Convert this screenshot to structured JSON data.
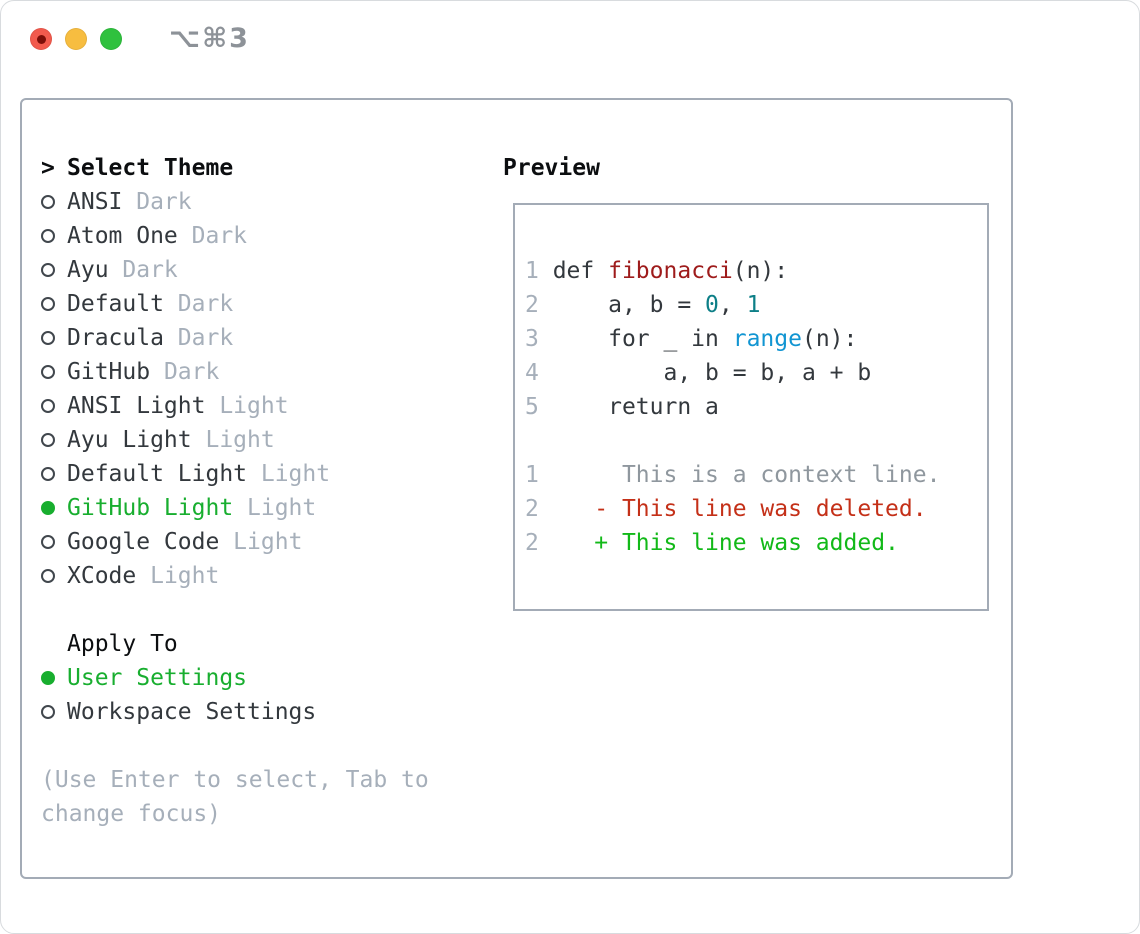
{
  "window": {
    "title": "⌥⌘3",
    "traffic_lights": [
      {
        "name": "close",
        "color": "#f25a4d",
        "modified_dot": true
      },
      {
        "name": "minimize",
        "color": "#f7bd40"
      },
      {
        "name": "zoom",
        "color": "#2fc13e"
      }
    ]
  },
  "theme_panel": {
    "header_prefix": ">",
    "header": "Select Theme",
    "items": [
      {
        "name": "ANSI",
        "variant": "Dark",
        "selected": false
      },
      {
        "name": "Atom One",
        "variant": "Dark",
        "selected": false
      },
      {
        "name": "Ayu",
        "variant": "Dark",
        "selected": false
      },
      {
        "name": "Default",
        "variant": "Dark",
        "selected": false
      },
      {
        "name": "Dracula",
        "variant": "Dark",
        "selected": false
      },
      {
        "name": "GitHub",
        "variant": "Dark",
        "selected": false
      },
      {
        "name": "ANSI Light",
        "variant": "Light",
        "selected": false
      },
      {
        "name": "Ayu Light",
        "variant": "Light",
        "selected": false
      },
      {
        "name": "Default Light",
        "variant": "Light",
        "selected": false
      },
      {
        "name": "GitHub Light",
        "variant": "Light",
        "selected": true
      },
      {
        "name": "Google Code",
        "variant": "Light",
        "selected": false
      },
      {
        "name": "XCode",
        "variant": "Light",
        "selected": false
      }
    ],
    "apply_to": {
      "header": "Apply To",
      "options": [
        {
          "label": "User Settings",
          "selected": true
        },
        {
          "label": "Workspace Settings",
          "selected": false
        }
      ]
    },
    "hint": "(Use Enter to select, Tab to\nchange focus)"
  },
  "preview": {
    "header": "Preview",
    "lines": [
      {
        "num": "1",
        "tokens": [
          {
            "t": " def ",
            "c": "plain"
          },
          {
            "t": "fibonacci",
            "c": "fn"
          },
          {
            "t": "(n):",
            "c": "plain"
          }
        ]
      },
      {
        "num": "2",
        "tokens": [
          {
            "t": "     a, b = ",
            "c": "plain"
          },
          {
            "t": "0",
            "c": "num"
          },
          {
            "t": ", ",
            "c": "plain"
          },
          {
            "t": "1",
            "c": "num"
          }
        ]
      },
      {
        "num": "3",
        "tokens": [
          {
            "t": "     for _ in ",
            "c": "plain"
          },
          {
            "t": "range",
            "c": "built"
          },
          {
            "t": "(n):",
            "c": "plain"
          }
        ]
      },
      {
        "num": "4",
        "tokens": [
          {
            "t": "         a, b = b, a + b",
            "c": "plain"
          }
        ]
      },
      {
        "num": "5",
        "tokens": [
          {
            "t": "     return a",
            "c": "plain"
          }
        ]
      },
      {
        "num": "",
        "tokens": []
      },
      {
        "num": "1",
        "tokens": [
          {
            "t": "      This is a context line.",
            "c": "ctx"
          }
        ]
      },
      {
        "num": "2",
        "tokens": [
          {
            "t": "    - This line was deleted.",
            "c": "del"
          }
        ]
      },
      {
        "num": "2",
        "tokens": [
          {
            "t": "    + This line was added.",
            "c": "add"
          }
        ]
      }
    ]
  },
  "colors": {
    "accent_green": "#18ae2f",
    "added_green": "#12b918",
    "deleted_red": "#c43018",
    "function_red": "#9e1b1b",
    "number_teal": "#0d7f87",
    "builtin_blue": "#1195d2",
    "context_gray": "#8f979e",
    "muted_gray": "#a6afba",
    "text_dark": "#33383d",
    "border_gray": "#a3abb6",
    "traffic_red": "#f25a4d",
    "traffic_yellow": "#f7bd40",
    "traffic_green": "#2fc13e"
  }
}
